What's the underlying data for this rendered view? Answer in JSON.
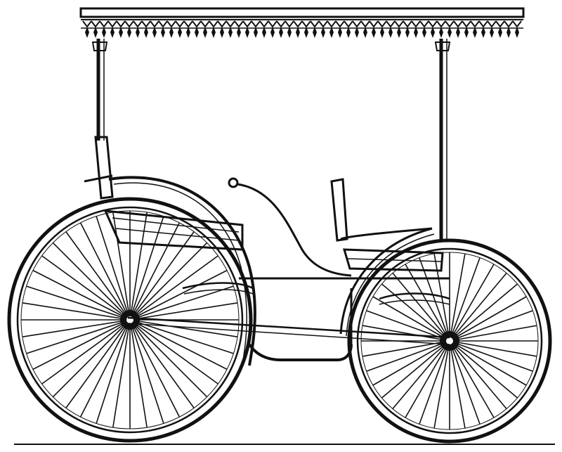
{
  "illustration": {
    "subject": "engraving-of-canopy-top-four-wheel-carriage",
    "palette": {
      "ink": "#111111",
      "paper": "#ffffff"
    },
    "elements": {
      "canopy": "canopy-roof",
      "fringe": "scalloped-fringe",
      "front_wheel": "large-spoked-wheel",
      "rear_wheel": "large-spoked-wheel",
      "front_seat": "upholstered-seat",
      "rear_seat": "upholstered-seat",
      "fender": "curved-mudguard",
      "dash_handle": "knob-handle"
    }
  }
}
